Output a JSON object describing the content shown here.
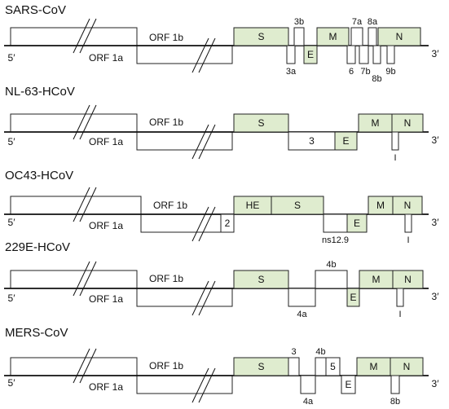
{
  "genomes": [
    {
      "name": "SARS-CoV",
      "end5": "5′",
      "end3": "3′",
      "orf1a": "ORF 1a",
      "orf1b": "ORF 1b",
      "genes": [
        "S",
        "3b",
        "3a",
        "E",
        "M",
        "7a",
        "8a",
        "7b",
        "8b",
        "6",
        "9b",
        "N"
      ]
    },
    {
      "name": "NL-63-HCoV",
      "end5": "5′",
      "end3": "3′",
      "orf1a": "ORF 1a",
      "orf1b": "ORF 1b",
      "genes": [
        "S",
        "3",
        "E",
        "M",
        "N",
        "I"
      ]
    },
    {
      "name": "OC43-HCoV",
      "end5": "5′",
      "end3": "3′",
      "orf1a": "ORF 1a",
      "orf1b": "ORF 1b",
      "genes": [
        "HE",
        "S",
        "2",
        "ns12.9",
        "E",
        "M",
        "N",
        "I"
      ]
    },
    {
      "name": "229E-HCoV",
      "end5": "5′",
      "end3": "3′",
      "orf1a": "ORF 1a",
      "orf1b": "ORF 1b",
      "genes": [
        "S",
        "4b",
        "4a",
        "E",
        "M",
        "N",
        "I"
      ]
    },
    {
      "name": "MERS-CoV",
      "end5": "5′",
      "end3": "3′",
      "orf1a": "ORF 1a",
      "orf1b": "ORF 1b",
      "genes": [
        "S",
        "3",
        "4b",
        "5",
        "4a",
        "E",
        "M",
        "N",
        "8b"
      ]
    }
  ]
}
